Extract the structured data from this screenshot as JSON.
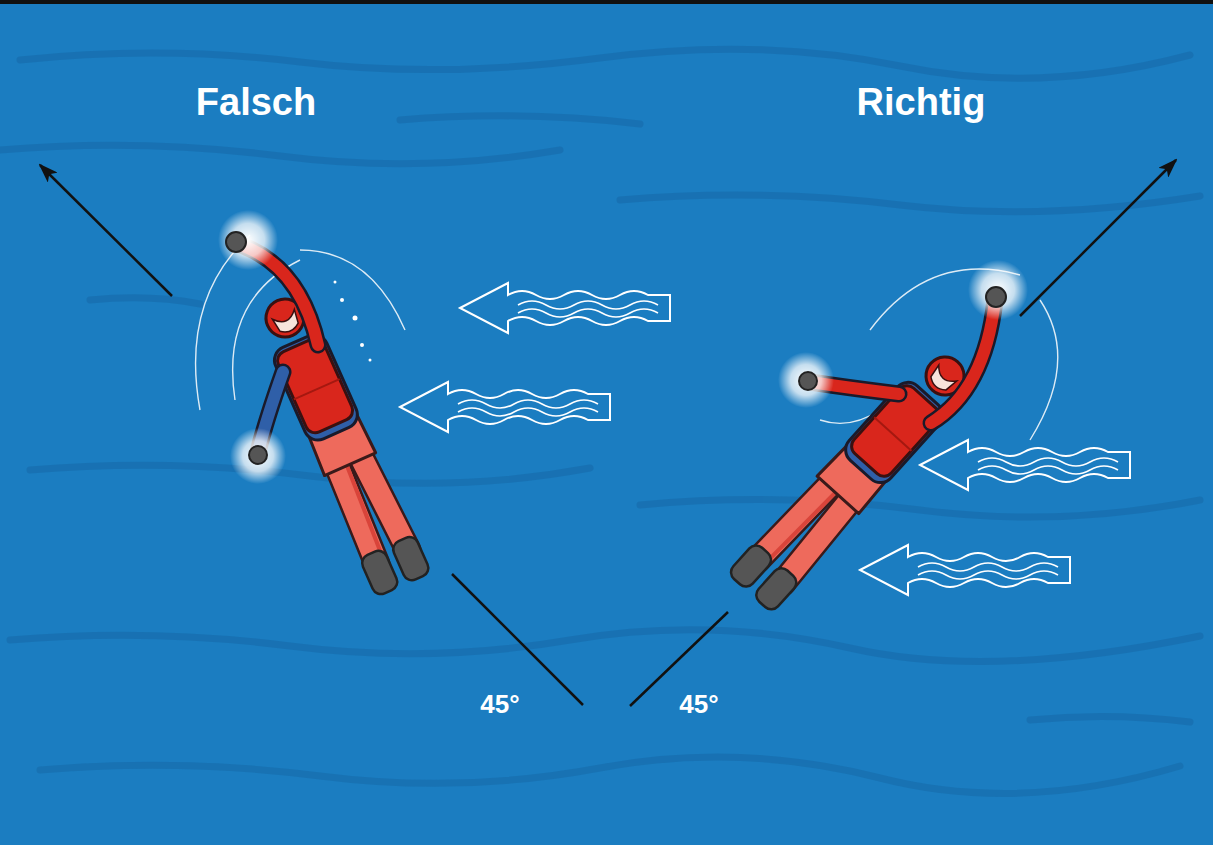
{
  "diagram": {
    "labels": [
      "Falsch",
      "Richtig",
      "45°",
      "45°"
    ]
  }
}
